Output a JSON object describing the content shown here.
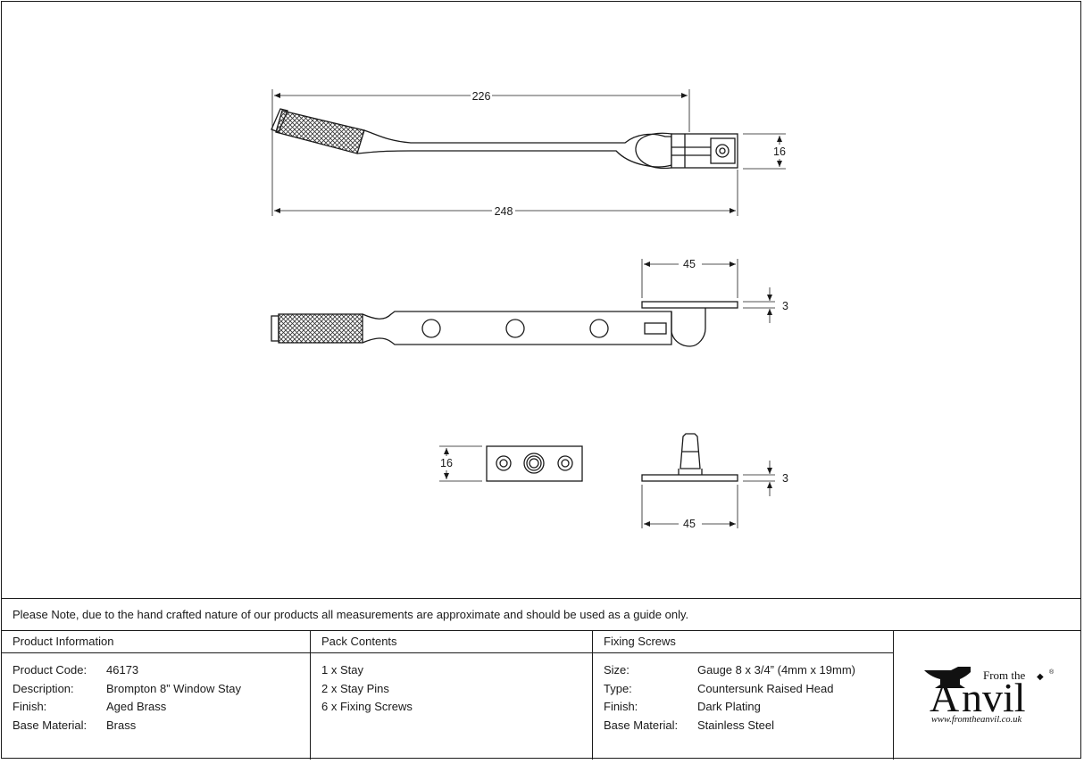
{
  "dimensions": {
    "top_view": {
      "length_a": "226",
      "length_b": "248",
      "height": "16"
    },
    "side_view": {
      "plate_width": "45",
      "plate_thickness": "3"
    },
    "pin_plan": {
      "height": "16"
    },
    "pin_side": {
      "plate_width": "45",
      "plate_thickness": "3"
    }
  },
  "note": "Please Note, due to the hand crafted nature of our products all measurements are approximate and should be used as a guide only.",
  "product_information": {
    "heading": "Product Information",
    "rows": [
      {
        "label": "Product Code:",
        "value": "46173"
      },
      {
        "label": "Description:",
        "value": "Brompton 8” Window Stay"
      },
      {
        "label": "Finish:",
        "value": "Aged Brass"
      },
      {
        "label": "Base Material:",
        "value": "Brass"
      }
    ]
  },
  "pack_contents": {
    "heading": "Pack Contents",
    "items": [
      "1 x Stay",
      "2 x Stay Pins",
      "6 x Fixing Screws"
    ]
  },
  "fixing_screws": {
    "heading": "Fixing Screws",
    "rows": [
      {
        "label": "Size:",
        "value": "Gauge 8 x 3/4” (4mm x 19mm)"
      },
      {
        "label": "Type:",
        "value": "Countersunk Raised Head"
      },
      {
        "label": "Finish:",
        "value": "Dark Plating"
      },
      {
        "label": "Base Material:",
        "value": "Stainless Steel"
      }
    ]
  },
  "logo": {
    "from_the": "From the",
    "brand_initial": "A",
    "brand_rest": "nvil",
    "registered": "®",
    "url": "www.fromtheanvil.co.uk",
    "icon": "anvil-icon"
  }
}
